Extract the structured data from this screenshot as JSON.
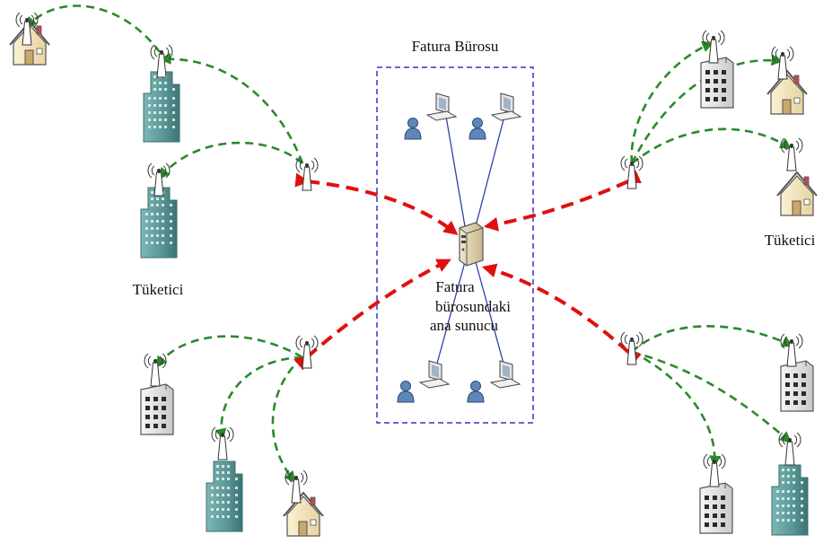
{
  "labels": {
    "office_title": "Fatura Bürosu",
    "server_line1": "Fatura",
    "server_line2": "bürosundaki",
    "server_line3": "ana sunucu",
    "consumer_left": "Tüketici",
    "consumer_right": "Tüketici"
  },
  "colors": {
    "wireless_link": "#2a8a2a",
    "backhaul_link": "#e01010",
    "lan_link": "#3040a8",
    "office_border": "#3333cc",
    "building": "#5b9a9a",
    "house": "#f3e3b8"
  },
  "icons": [
    "house-icon",
    "office-building-icon",
    "apartment-icon",
    "antenna-icon",
    "server-icon",
    "user-icon",
    "computer-icon"
  ]
}
